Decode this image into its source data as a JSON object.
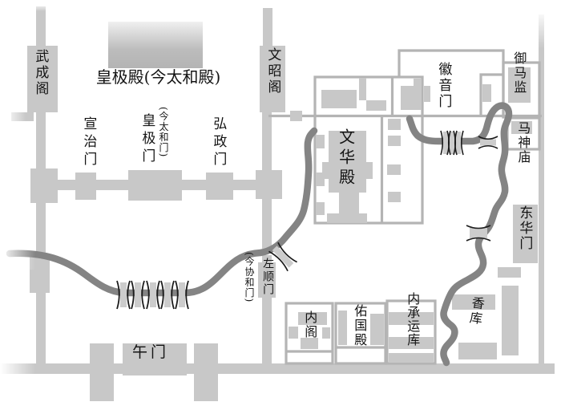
{
  "colors": {
    "wall_fill": "#c8c8c8",
    "outline": "#b4b4b4",
    "river": "#848484",
    "bridge_bar": "#cccccc",
    "bridge_mark": "#1c1c1c",
    "text": "#141414",
    "hall_gradient_top": "#f0f0f0",
    "hall_gradient_bottom": "#b4b4b4"
  },
  "labels": {
    "wucheng_ge": "武成阁",
    "huangji_dian": "皇极殿(今太和殿)",
    "wenzhao_ge": "文昭阁",
    "xuanzhi_men": "宣治门",
    "huangji_men": "皇极门",
    "huangji_men_note": "(今太和门)",
    "hongzheng_men": "弘政门",
    "zuoshun_men": "左顺门",
    "zuoshun_men_note": "(今协和门)",
    "wu_men": "午门",
    "wenhua_dian": "文华殿",
    "huiyin_men": "徽音门",
    "yuma_jian": "御马监",
    "mashen_miao": "马神庙",
    "donghua_men": "东华门",
    "xiang_ku": "香库",
    "nei_ge": "内阁",
    "youguo_dian": "佑国殿",
    "neichengyun_ku": "内承运库"
  },
  "map_info": {
    "type": "historical palace plan (schematic)",
    "bridge_counts": {
      "outer_court_bridges": 5,
      "east_cluster_bridges": 3,
      "single_bridges": 3
    }
  }
}
